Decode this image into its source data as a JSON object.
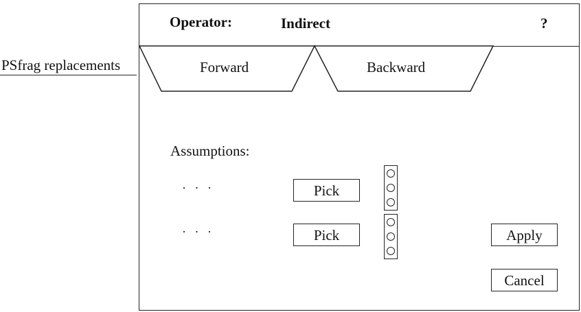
{
  "psfrag": {
    "label": "PSfrag replacements"
  },
  "header": {
    "operator_label": "Operator:",
    "operator_value": "Indirect",
    "help_label": "?"
  },
  "tabs": [
    {
      "label": "Forward"
    },
    {
      "label": "Backward"
    }
  ],
  "assumptions": {
    "label": "Assumptions:",
    "rows": [
      {
        "placeholder": "· · ·",
        "pick_label": "Pick",
        "radio_count": 3
      },
      {
        "placeholder": "· · ·",
        "pick_label": "Pick",
        "radio_count": 3
      }
    ]
  },
  "buttons": {
    "apply_label": "Apply",
    "cancel_label": "Cancel"
  }
}
